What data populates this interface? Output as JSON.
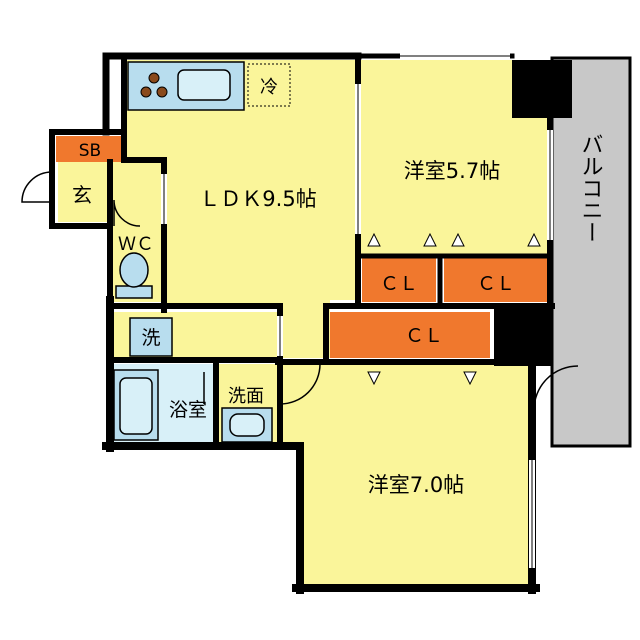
{
  "colors": {
    "floor": "#FAF59A",
    "wall": "#000000",
    "closet": "#F0782D",
    "wet": "#D8F0F8",
    "fixture": "#B8DDEE",
    "balcony": "#C8C8C8",
    "window": "#FFFFFF"
  },
  "rooms": {
    "ldk": "ＬＤＫ9.5帖",
    "western1": "洋室5.7帖",
    "western2": "洋室7.0帖",
    "cl1": "ＣＬ",
    "cl2": "ＣＬ",
    "cl3": "ＣＬ",
    "balcony": "バルコニー",
    "sb": "SB",
    "entrance": "玄",
    "wc": "ＷＣ",
    "wash": "洗",
    "bath": "浴室",
    "washbasin": "洗面",
    "fridge": "冷"
  },
  "icons": {
    "stove": "stove-icon",
    "sink": "sink-icon",
    "toilet": "toilet-icon",
    "bathtub": "bathtub-icon",
    "washbasin": "washbasin-icon",
    "fridge": "fridge-icon"
  }
}
